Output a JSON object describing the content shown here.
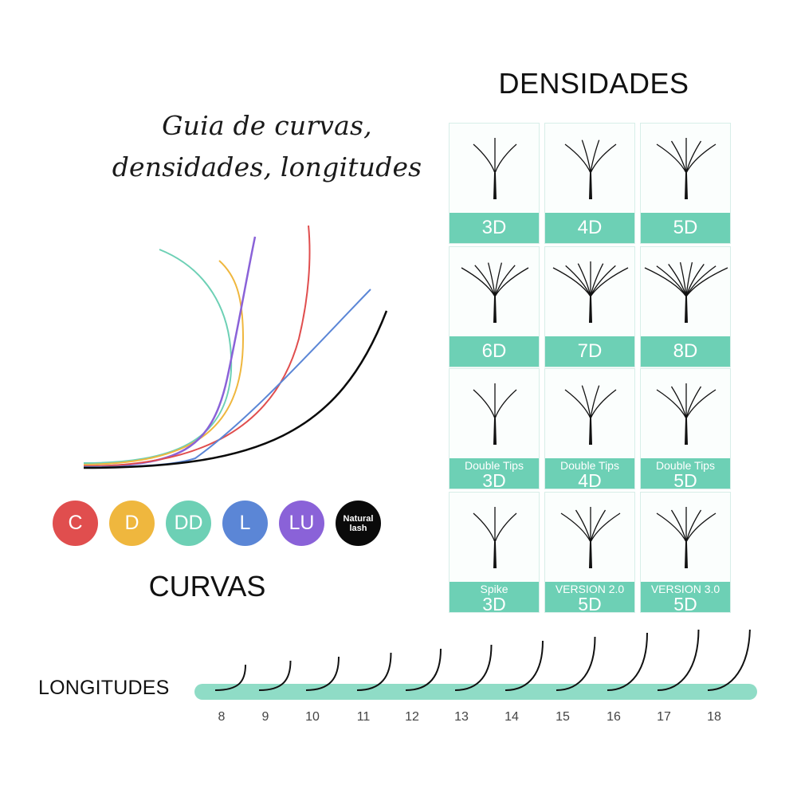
{
  "title_lines": [
    "Guia de curvas,",
    "densidades, longitudes"
  ],
  "densidades_heading": "DENSIDADES",
  "curvas_heading": "CURVAS",
  "longitudes_heading": "LONGITUDES",
  "curves": [
    {
      "label": "C",
      "color": "#e04e4e"
    },
    {
      "label": "D",
      "color": "#efb73e"
    },
    {
      "label": "DD",
      "color": "#6dd0b5"
    },
    {
      "label": "L",
      "color": "#5b86d6"
    },
    {
      "label": "LU",
      "color": "#8a62d8"
    },
    {
      "label": "Natural\nlash",
      "color": "#0a0a0a"
    }
  ],
  "densities": [
    {
      "sub": "",
      "label": "3D",
      "fans": 3
    },
    {
      "sub": "",
      "label": "4D",
      "fans": 4
    },
    {
      "sub": "",
      "label": "5D",
      "fans": 5
    },
    {
      "sub": "",
      "label": "6D",
      "fans": 6
    },
    {
      "sub": "",
      "label": "7D",
      "fans": 7
    },
    {
      "sub": "",
      "label": "8D",
      "fans": 8
    },
    {
      "sub": "Double Tips",
      "label": "3D",
      "fans": 3
    },
    {
      "sub": "Double Tips",
      "label": "4D",
      "fans": 4
    },
    {
      "sub": "Double Tips",
      "label": "5D",
      "fans": 5
    },
    {
      "sub": "Spike",
      "label": "3D",
      "fans": 3
    },
    {
      "sub": "VERSION 2.0",
      "label": "5D",
      "fans": 5
    },
    {
      "sub": "VERSION 3.0",
      "label": "5D",
      "fans": 5
    }
  ],
  "lengths": [
    "8",
    "9",
    "10",
    "11",
    "12",
    "13",
    "14",
    "15",
    "16",
    "17",
    "18"
  ],
  "accent_color": "#6dd0b5"
}
